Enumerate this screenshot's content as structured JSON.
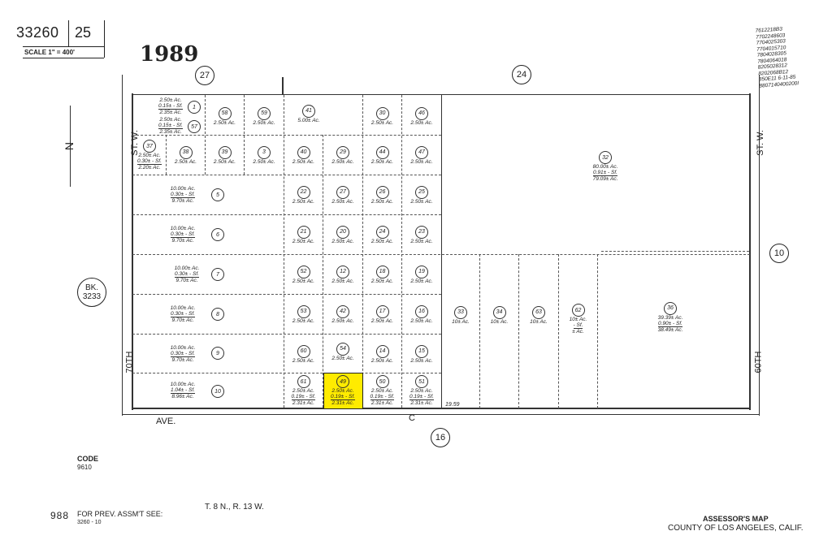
{
  "header": {
    "map_book": "33260",
    "page": "25",
    "scale": "SCALE 1\" = 400'",
    "year": "1989"
  },
  "revision_notes": [
    "7612218B3",
    "7702248603",
    "7704025303",
    "7704015710",
    "7804028305",
    "7804064018",
    "8205028312",
    "8202068B12",
    "850E11 6-11-85",
    "8807140400200I"
  ],
  "adjacent_pages": {
    "north_left": "27",
    "north_right": "24",
    "east": "10",
    "south": "16",
    "west_book": "BK. 3233"
  },
  "streets": {
    "west": "70TH ST. W.",
    "east": "60TH ST. W.",
    "south": "AVE. C",
    "south_dim": "19.59"
  },
  "parcels": [
    {
      "id": "1",
      "acres": [
        "2.50± Ac.",
        "0.15± - Sf.",
        "2.35± Ac."
      ]
    },
    {
      "id": "57",
      "acres": [
        "2.50± Ac.",
        "0.15± - Sf.",
        "2.35± Ac."
      ]
    },
    {
      "id": "58",
      "acres": [
        "2.50± Ac."
      ]
    },
    {
      "id": "59",
      "acres": [
        "2.50± Ac."
      ]
    },
    {
      "id": "41",
      "acres": [
        "5.00± Ac."
      ]
    },
    {
      "id": "30",
      "acres": [
        "2.50± Ac."
      ]
    },
    {
      "id": "46",
      "acres": [
        "2.50± Ac."
      ]
    },
    {
      "id": "37",
      "acres": [
        "2.50± Ac.",
        "0.30± - Sf.",
        "2.20± Ac."
      ]
    },
    {
      "id": "38",
      "acres": [
        "2.50± Ac."
      ]
    },
    {
      "id": "39",
      "acres": [
        "2.50± Ac."
      ]
    },
    {
      "id": "3",
      "acres": [
        "2.50± Ac."
      ]
    },
    {
      "id": "40",
      "acres": [
        "2.50± Ac."
      ]
    },
    {
      "id": "29",
      "acres": [
        "2.50± Ac."
      ]
    },
    {
      "id": "44",
      "acres": [
        "2.50± Ac."
      ]
    },
    {
      "id": "47",
      "acres": [
        "2.50± Ac."
      ]
    },
    {
      "id": "5",
      "acres": [
        "10.00± Ac.",
        "0.30± - Sf.",
        "9.70± Ac."
      ]
    },
    {
      "id": "22",
      "acres": [
        "2.50± Ac."
      ]
    },
    {
      "id": "27",
      "acres": [
        "2.50± Ac."
      ]
    },
    {
      "id": "26",
      "acres": [
        "2.50± Ac."
      ]
    },
    {
      "id": "25",
      "acres": [
        "2.50± Ac."
      ]
    },
    {
      "id": "6",
      "acres": [
        "10.00± Ac.",
        "0.30± - Sf.",
        "9.70± Ac."
      ]
    },
    {
      "id": "21",
      "acres": [
        "2.50± Ac."
      ]
    },
    {
      "id": "20",
      "acres": [
        "2.50± Ac."
      ]
    },
    {
      "id": "24",
      "acres": [
        "2.50± Ac."
      ]
    },
    {
      "id": "23",
      "acres": [
        "2.50± Ac."
      ]
    },
    {
      "id": "7",
      "acres": [
        "10.00± Ac.",
        "0.30± - Sf.",
        "9.70± Ac."
      ]
    },
    {
      "id": "52",
      "acres": [
        "2.50± Ac."
      ]
    },
    {
      "id": "12",
      "acres": [
        "2.50± Ac."
      ]
    },
    {
      "id": "18",
      "acres": [
        "2.50± Ac."
      ]
    },
    {
      "id": "19",
      "acres": [
        "2.50± Ac."
      ]
    },
    {
      "id": "8",
      "acres": [
        "10.00± Ac.",
        "0.30± - Sf.",
        "9.70± Ac."
      ]
    },
    {
      "id": "53",
      "acres": [
        "2.50± Ac."
      ]
    },
    {
      "id": "42",
      "acres": [
        "2.50± Ac."
      ]
    },
    {
      "id": "17",
      "acres": [
        "2.50± Ac."
      ]
    },
    {
      "id": "16",
      "acres": [
        "2.50± Ac."
      ]
    },
    {
      "id": "9",
      "acres": [
        "10.00± Ac.",
        "0.30± - Sf.",
        "9.70± Ac."
      ]
    },
    {
      "id": "60",
      "acres": [
        "2.50± Ac."
      ]
    },
    {
      "id": "54",
      "acres": [
        "2.50± Ac."
      ]
    },
    {
      "id": "14",
      "acres": [
        "2.50± Ac."
      ]
    },
    {
      "id": "15",
      "acres": [
        "2.50± Ac."
      ]
    },
    {
      "id": "10",
      "acres": [
        "10.00± Ac.",
        "1.04± - Sf.",
        "8.96± Ac."
      ]
    },
    {
      "id": "61",
      "acres": [
        "2.50± Ac.",
        "0.19± - Sf.",
        "2.31± Ac."
      ]
    },
    {
      "id": "49",
      "acres": [
        "2.50± Ac.",
        "0.19± - Sf.",
        "2.31± Ac."
      ],
      "highlighted": true
    },
    {
      "id": "50",
      "acres": [
        "2.50± Ac.",
        "0.19± - Sf.",
        "2.31± Ac."
      ]
    },
    {
      "id": "51",
      "acres": [
        "2.50± Ac.",
        "0.19± - Sf.",
        "2.31± Ac."
      ]
    },
    {
      "id": "33",
      "acres": [
        "10± Ac."
      ]
    },
    {
      "id": "34",
      "acres": [
        "10± Ac."
      ]
    },
    {
      "id": "63",
      "acres": [
        "10± Ac."
      ]
    },
    {
      "id": "62",
      "acres": [
        "10± Ac.",
        "- Sf.",
        "± Ac."
      ]
    },
    {
      "id": "32",
      "acres": [
        "80.00± Ac.",
        "0.91± - Sf.",
        "79.09± Ac."
      ]
    },
    {
      "id": "36",
      "acres": [
        "39.39± Ac.",
        "0.90± - Sf.",
        "38.49± Ac."
      ]
    }
  ],
  "highlight_color": "#FFEB00",
  "footer": {
    "code_label": "CODE",
    "code_value": "9610",
    "prev_num": "988",
    "prev_label": "FOR PREV. ASSM'T SEE:",
    "prev_value": "3260 - 10",
    "township": "T. 8 N., R. 13 W.",
    "assessor_title": "ASSESSOR'S MAP",
    "county": "COUNTY OF LOS ANGELES, CALIF."
  },
  "north_arrow": "N"
}
